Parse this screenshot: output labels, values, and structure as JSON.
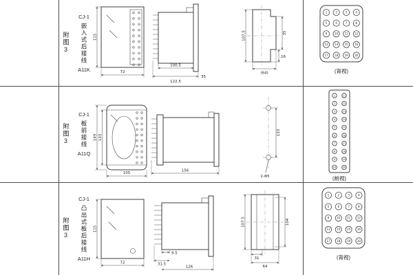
{
  "style": {
    "background": "#ffffff",
    "line_color": "#3c3c3c"
  },
  "rows": [
    {
      "side_label": "附图3",
      "model": "CJ-1",
      "mount_type": "嵌入式后接线",
      "code": "A11K",
      "view_label": "(背视)",
      "dims": {
        "face_h": "115",
        "face_w": "72",
        "body_d": "100.5",
        "total_d": "122.5",
        "flange": "35",
        "cut_h": "107.5",
        "cut_w": "35",
        "cut_step": "16",
        "cut_total": "(64)"
      },
      "face_dots": {
        "cols": 2,
        "count": 20
      },
      "terminals": {
        "cols": 4,
        "rows": 5,
        "numbers": [
          "1",
          "2",
          "3",
          "4",
          "5",
          "6",
          "7",
          "8",
          "9",
          "10",
          "11",
          "12",
          "13",
          "14",
          "15",
          "16",
          "17",
          "18",
          "19",
          "20"
        ]
      }
    },
    {
      "side_label": "附图3",
      "model": "CJ-1",
      "mount_type": "板前接线",
      "code": "A11Q",
      "view_label": "(前视)",
      "dims": {
        "face_h_outer": "149",
        "face_h_inner": "133",
        "face_w": "105",
        "total_d": "156",
        "hole_span": "133",
        "hole_note": "2-Φ5"
      },
      "face_dots": {
        "cols": 2,
        "count": 20
      },
      "terminals": {
        "cols": 2,
        "rows": 10,
        "numbers": [
          "1",
          "11",
          "2",
          "12",
          "3",
          "13",
          "4",
          "14",
          "5",
          "15",
          "6",
          "16",
          "7",
          "17",
          "8",
          "18",
          "9",
          "19",
          "10",
          "20"
        ]
      }
    },
    {
      "side_label": "附图3",
      "model": "CJ-1",
      "mount_type": "凸出式板后接线",
      "code": "A11H",
      "view_label": "(背视)",
      "dims": {
        "face_h": "115",
        "face_w": "72",
        "pin_d": "9.5",
        "pin_w": "31.5",
        "total_d": "126",
        "cut_h": "107.5",
        "cut_h2": "104",
        "cut_w1": "31",
        "cut_w2": "64"
      },
      "terminals": {
        "cols": 4,
        "rows": 5,
        "numbers": [
          "1",
          "2",
          "3",
          "4",
          "5",
          "6",
          "7",
          "8",
          "9",
          "10",
          "11",
          "12",
          "13",
          "14",
          "15",
          "16",
          "17",
          "18",
          "19",
          "20"
        ]
      }
    }
  ]
}
